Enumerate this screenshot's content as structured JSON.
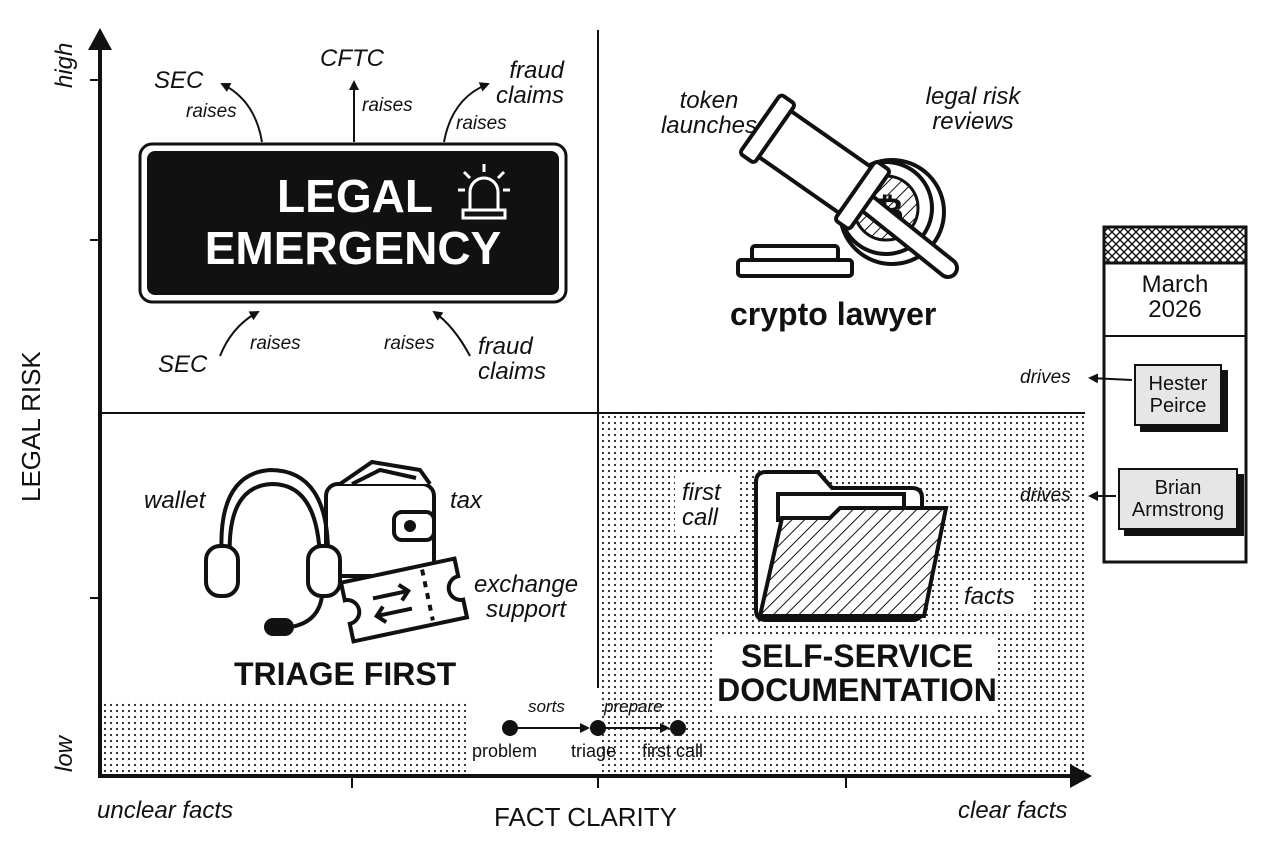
{
  "axes": {
    "x_title": "FACT CLARITY",
    "x_low": "unclear facts",
    "x_high": "clear facts",
    "y_title": "LEGAL RISK",
    "y_low": "low",
    "y_high": "high"
  },
  "emergency": {
    "title_line1": "LEGAL",
    "title_line2": "EMERGENCY",
    "top": [
      {
        "agency": "SEC",
        "verb": "raises"
      },
      {
        "agency": "CFTC",
        "verb": "raises"
      },
      {
        "agency": "fraud\nclaims",
        "verb": "raises"
      }
    ],
    "bottom": [
      {
        "agency": "SEC",
        "verb": "raises"
      },
      {
        "agency": "fraud\nclaims",
        "verb": "raises"
      }
    ]
  },
  "lawyer": {
    "title": "crypto lawyer",
    "items": [
      "token\nlaunches",
      "legal risk\nreviews"
    ]
  },
  "triage": {
    "title": "TRIAGE FIRST",
    "items": [
      "wallet",
      "tax",
      "exchange\nsupport"
    ]
  },
  "selfservice": {
    "title": "SELF-SERVICE\nDOCUMENTATION",
    "items": [
      "first\ncall",
      "facts"
    ]
  },
  "flow": {
    "nodes": [
      "problem",
      "triage",
      "first call"
    ],
    "edges": [
      "sorts",
      "prepare"
    ]
  },
  "calendar": {
    "date": "March\n2026",
    "people": [
      {
        "name": "Hester\nPeirce",
        "verb": "drives"
      },
      {
        "name": "Brian\nArmstrong",
        "verb": "drives"
      }
    ]
  }
}
